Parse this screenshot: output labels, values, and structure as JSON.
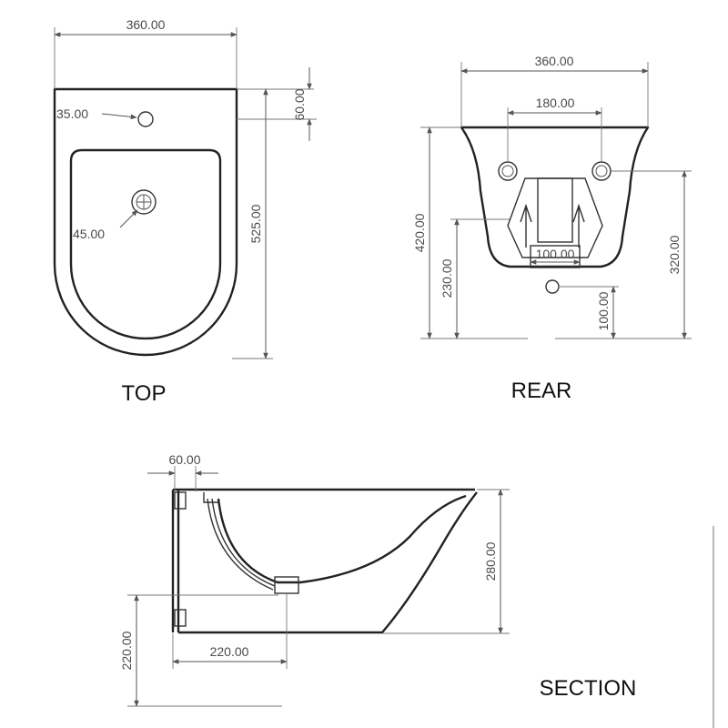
{
  "views": {
    "top": "TOP",
    "rear": "REAR",
    "section": "SECTION"
  },
  "top_dims": {
    "width": "360.00",
    "tap_hole": "35.00",
    "tap_offset": "60.00",
    "length": "525.00",
    "drain": "45.00"
  },
  "rear_dims": {
    "width": "360.00",
    "bolt_spacing": "180.00",
    "height": "420.00",
    "bolt_height": "320.00",
    "outlet_height": "230.00",
    "outlet_width": "100.00",
    "inlet_height": "100.00"
  },
  "section_dims": {
    "wall_offset": "60.00",
    "height": "280.00",
    "mount_height": "220.00",
    "outlet_depth": "220.00"
  },
  "colors": {
    "outline": "#222222",
    "dimension": "#555555"
  }
}
